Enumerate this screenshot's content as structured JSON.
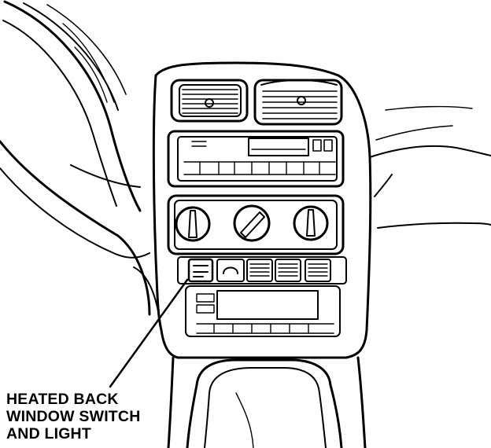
{
  "figure": {
    "label_lines": [
      "HEATED BACK",
      "WINDOW SWITCH",
      "AND LIGHT"
    ],
    "line_color": "#000000",
    "background": "#ffffff",
    "icons": [
      "steering-wheel-icon",
      "air-vent-icon",
      "radio-cassette-icon",
      "control-knob-icon",
      "heated-window-switch-icon",
      "gear-selector-icon"
    ]
  }
}
